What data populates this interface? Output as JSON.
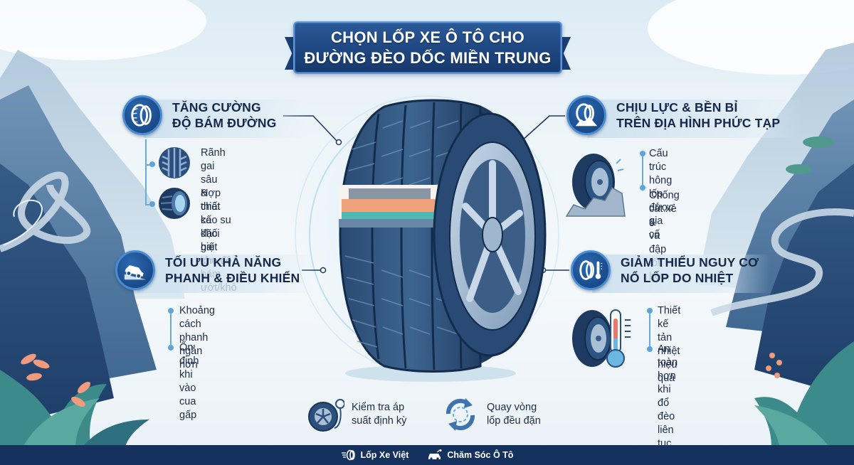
{
  "title": {
    "line1": "CHỌN LỐP XE Ô TÔ CHO",
    "line2": "ĐƯỜNG ĐÈO DỐC MIỀN TRUNG"
  },
  "sections": [
    {
      "id": "grip",
      "icon": "tire-tread-icon",
      "title_line1": "TĂNG CƯỜNG",
      "title_line2": "ĐỘ BÁM ĐƯỜNG",
      "bullets": [
        {
          "icon": "tread-pattern-icon",
          "line1": "Rãnh gai sâu &",
          "line2": "thiết kế khối gai lớn"
        },
        {
          "icon": "rubber-compound-tire-icon",
          "line1": "Hợp chất cao su",
          "line2": "đặc biệt cho độ",
          "line3": "bám ướt/khô"
        }
      ]
    },
    {
      "id": "braking",
      "icon": "car-on-slope-icon",
      "title_line1": "TỐI ƯU KHẢ NĂNG",
      "title_line2": "PHANH & ĐIỀU KHIỂN",
      "bullets": [
        {
          "line1": "Khoảng cách phanh",
          "line2": "ngắn hơn"
        },
        {
          "line1": "Ổn định khi vào",
          "line2": "cua gấp"
        }
      ]
    },
    {
      "id": "durability",
      "icon": "tire-on-rock-icon",
      "title_line1": "CHỊU LỰC & BỀN BỈ",
      "title_line2": "TRÊN ĐỊA HÌNH PHỨC TẠP",
      "bullets": [
        {
          "line1": "Cấu trúc hông lốp",
          "line2": "được gia cố"
        },
        {
          "line1": "Chống cắt xẻ &",
          "line2": "va đập tốt hơn"
        }
      ]
    },
    {
      "id": "heat",
      "icon": "tire-thermometer-icon",
      "title_line1": "GIẢM THIỂU NGUY CƠ",
      "title_line2": "NỔ LỐP DO NHIỆT",
      "bullets": [
        {
          "line1": "Thiết kế tản nhiệt",
          "line2": "hiệu quả"
        },
        {
          "line1": "An toàn hơn khi",
          "line2": "đổ đèo liên tục"
        }
      ]
    }
  ],
  "tips": [
    {
      "icon": "tire-pressure-gauge-icon",
      "line1": "Kiểm tra áp",
      "line2": "suất định kỳ"
    },
    {
      "icon": "rotate-arrows-icon",
      "line1": "Quay vòng",
      "line2": "lốp đều đặn"
    }
  ],
  "footer": {
    "brand1": "Lốp Xe Việt",
    "brand2": "Chăm Sóc Ô Tô"
  },
  "colors": {
    "navy": "#15325e",
    "banner_blue": "#1e4680",
    "accent_light_blue": "#6aa9d8",
    "tire_dark": "#1f3a60",
    "orange_layer": "#f0a27c",
    "teal_layer": "#4fb8b0"
  }
}
